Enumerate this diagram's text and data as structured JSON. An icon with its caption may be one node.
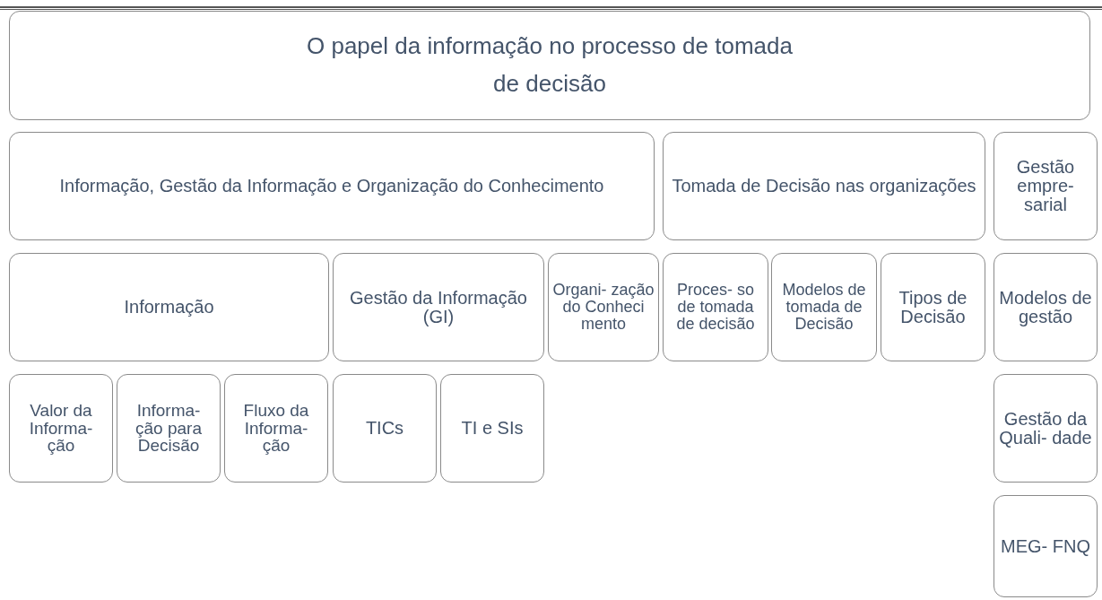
{
  "diagram": {
    "nodes": [
      {
        "text": [
          "O papel da informação no processo de tomada de decisão"
        ]
      },
      {
        "text": [
          "Informação, Gestão da Informação e Organização do Conhecimento"
        ]
      },
      {
        "text": [
          "Tomada de Decisão nas organizações"
        ]
      },
      {
        "text": [
          "Gestão empre- sarial"
        ]
      },
      {
        "text": [
          "Informação"
        ]
      },
      {
        "text": [
          "Gestão da Informação (GI)"
        ]
      },
      {
        "text": [
          "Organi- zação do Conheci mento"
        ]
      },
      {
        "text": [
          "Proces- so de tomada de decisão"
        ]
      },
      {
        "text": [
          "Modelos de tomada de Decisão"
        ]
      },
      {
        "text": [
          "Tipos de Decisão"
        ]
      },
      {
        "text": [
          "Modelos de gestão"
        ]
      },
      {
        "text": [
          "Valor da Informa- ção"
        ]
      },
      {
        "text": [
          "Informa- ção para Decisão"
        ]
      },
      {
        "text": [
          "Fluxo da Informa- ção"
        ]
      },
      {
        "text": [
          "TICs"
        ]
      },
      {
        "text": [
          "TI e SIs"
        ]
      },
      {
        "text": [
          "Gestão da Quali- dade"
        ]
      },
      {
        "text": [
          "MEG- FNQ"
        ]
      }
    ]
  }
}
